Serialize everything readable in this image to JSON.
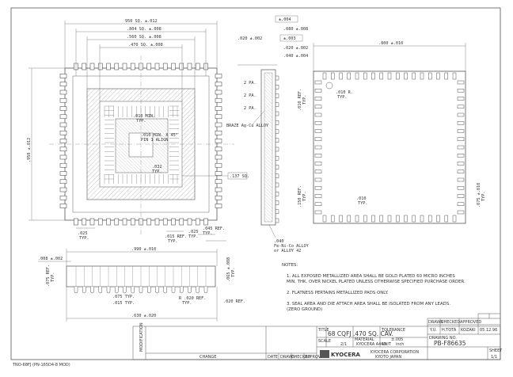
{
  "drawing": {
    "top_view": {
      "dims_top": [
        "950 SQ. ±.012",
        ".804 SQ. ±.008",
        ".560 SQ. ±.008",
        ".470 SQ. ±.008"
      ],
      "height_dim": ".950 ±.012",
      "die_attach": [
        ".010 MIN.",
        "TYP."
      ],
      "corner_note": ".010 MIN. X 45°",
      "corner_note2": "PIN 1 ALIGN",
      "cavity_dims": [
        ".032",
        "TYP."
      ],
      "cavity_dim2": ".137 SQ.",
      "pitch_bottom": [
        ".025",
        "TYP."
      ],
      "pitch_bottom2": [
        ".015 REF.",
        "TYP."
      ],
      "lead_len": [
        ".025",
        "TYP."
      ],
      "lead_len2": [
        ".045 REF.",
        "TYP."
      ],
      "lead_w": [
        ".020 ±.002",
        "TYP."
      ]
    },
    "side_view": {
      "top_dims": [
        ".020 ±.002",
        ".080 ±.008",
        ".020 ±.002",
        ".040 ±.004"
      ],
      "boxed": [
        "±.004",
        "±.003"
      ],
      "labels": [
        "2 PA.",
        "2 PA.",
        "2 PA."
      ],
      "alloy": "BRAZE Ag-Cu ALLOY",
      "seal": [
        "Fe-Ni-Co ALLOY",
        "or ALLOY 42"
      ],
      "seal_num": ".040"
    },
    "right_view": {
      "width_dim": ".800 ±.010",
      "pin1_dim": [
        ".010 R.",
        "TYP."
      ],
      "pitch": [
        ".010 REF.",
        "TYP."
      ],
      "left_dims": [
        ".150 REF.",
        "TYP."
      ],
      "right_dims": [
        ".075 ±.010",
        "TYP."
      ],
      "bottom_dim": [
        ".010",
        "TYP."
      ]
    },
    "bottom_view": {
      "left_dim": ".008 ±.002",
      "width_dims": [
        ".990 ±.010",
        ".630 ±.020"
      ],
      "side_dims": [
        ".075 REF.",
        "TYP."
      ],
      "side_dims2": [
        ".065 ±.008",
        "TYP."
      ],
      "labels": [
        ".075 TYP.",
        ".020 REF.",
        ".015 TYP."
      ],
      "radius": [
        "R .020 REF.",
        "TYP."
      ]
    },
    "notes_title": "NOTES:",
    "notes": [
      "1.  ALL EXPOSED METALLIZED AREA SHALL BE GOLD PLATED 60 MICRO INCHES",
      "     MIN. THK. OVER NICKEL PLATED UNLESS OTHERWISE SPECIFIED PURCHASE ORDER.",
      "2.  FLATNESS PERTAINS METALLIZED PADS ONLY.",
      "3.  SEAL AREA AND DIE ATTACH AREA SHALL BE ISOLATED FROM ANY LEADS.",
      "     (ZERO GROUND)"
    ]
  },
  "title_block": {
    "title_label": "TITLE",
    "title": "68 CQFJ  .470 SQ. CAV.",
    "material_label": "MATERIAL",
    "material": "KYOCERA  A440",
    "tolerance_label": "TOLERANCE",
    "tolerance": "±.005",
    "scale_label": "SCALE",
    "scale": "2/1",
    "unit_label": "UNIT",
    "unit": "inch",
    "company": "KYOCERA CORPORATION",
    "location": "KYOTO JAPAN",
    "drawn_label": "DRAWN",
    "checked_label": "CHECKED",
    "approved_label": "APPROVED",
    "drawn": "Y.U.",
    "checked": "H.TOTA",
    "approved": "KOZAKI",
    "date": "05.12.96",
    "drawing_no_label": "DRAWING NO.",
    "drawing_no": "PB-F86635",
    "sheet_label": "SHEET",
    "sheet": "1/1",
    "modification": "MODIFICATION",
    "change": "CHANGE",
    "rev_cols": [
      "DATE",
      "DRAWN",
      "CHECKED",
      "APPROVED"
    ],
    "logo": "KYOCERA",
    "footer_code": "TNO-68FJ (PN-165D4-8 MOD)"
  }
}
